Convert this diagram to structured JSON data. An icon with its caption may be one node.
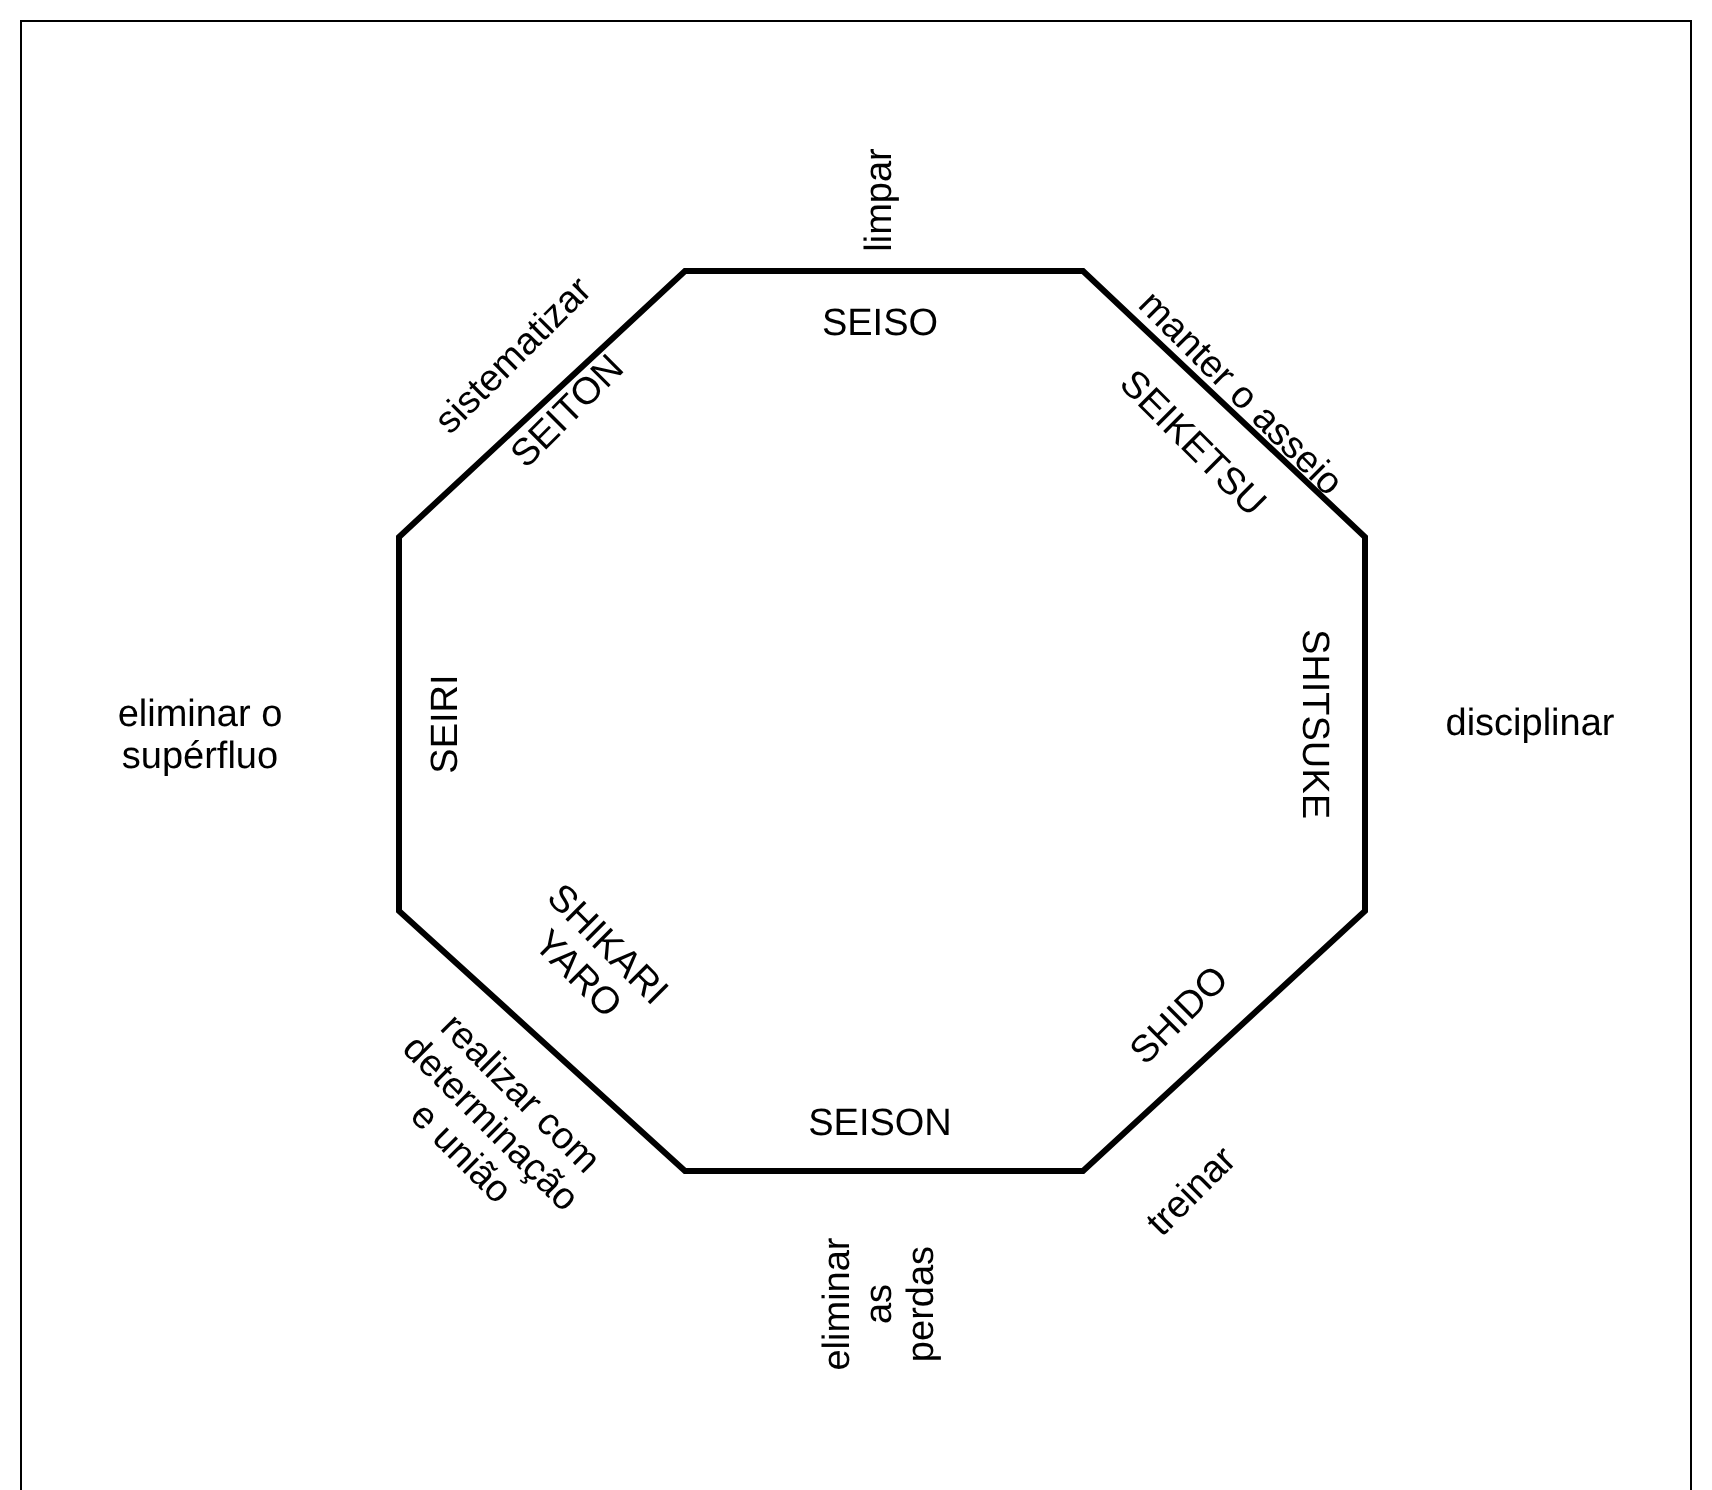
{
  "diagram": {
    "nodes": [
      {
        "text": [],
        "shape": "octagon"
      }
    ],
    "labels": [
      "limpar",
      "sistematizar",
      "SEISO",
      "manter o asseio",
      "SEITON",
      "SEIKETSU",
      "eliminar o supérfluo",
      "SEIRI",
      "SHITSUKE",
      "disciplinar",
      "SHIKARI YARO",
      "SHIDO",
      "realizar com determinação e união",
      "SEISON",
      "treinar",
      "eliminar as perdas"
    ]
  }
}
